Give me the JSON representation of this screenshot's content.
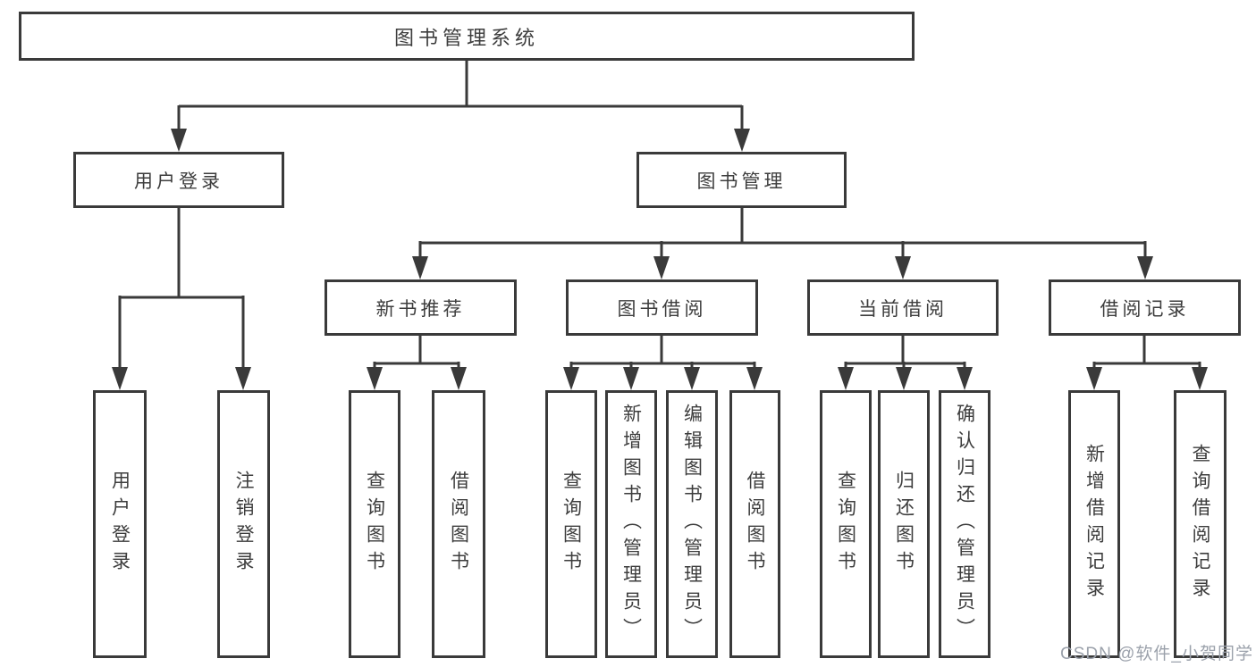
{
  "colors": {
    "line": "#3a3a3a",
    "box_border": "#3a3a3a",
    "text": "#3d3d3d",
    "watermark": "#9ba1ab",
    "background": "#ffffff"
  },
  "watermark": {
    "text": "CSDN @软件_小贺同学"
  },
  "diagram": {
    "type": "tree",
    "root": {
      "label": "图书管理系统"
    },
    "branches": [
      {
        "label": "用户登录",
        "children": [
          {
            "label": "用户登录"
          },
          {
            "label": "注销登录"
          }
        ]
      },
      {
        "label": "图书管理",
        "children": [
          {
            "label": "新书推荐",
            "children": [
              {
                "label": "查询图书"
              },
              {
                "label": "借阅图书"
              }
            ]
          },
          {
            "label": "图书借阅",
            "children": [
              {
                "label": "查询图书"
              },
              {
                "label": "新增图书（管理员）"
              },
              {
                "label": "编辑图书（管理员）"
              },
              {
                "label": "借阅图书"
              }
            ]
          },
          {
            "label": "当前借阅",
            "children": [
              {
                "label": "查询图书"
              },
              {
                "label": "归还图书"
              },
              {
                "label": "确认归还（管理员）"
              }
            ]
          },
          {
            "label": "借阅记录",
            "children": [
              {
                "label": "新增借阅记录"
              },
              {
                "label": "查询借阅记录"
              }
            ]
          }
        ]
      }
    ]
  }
}
